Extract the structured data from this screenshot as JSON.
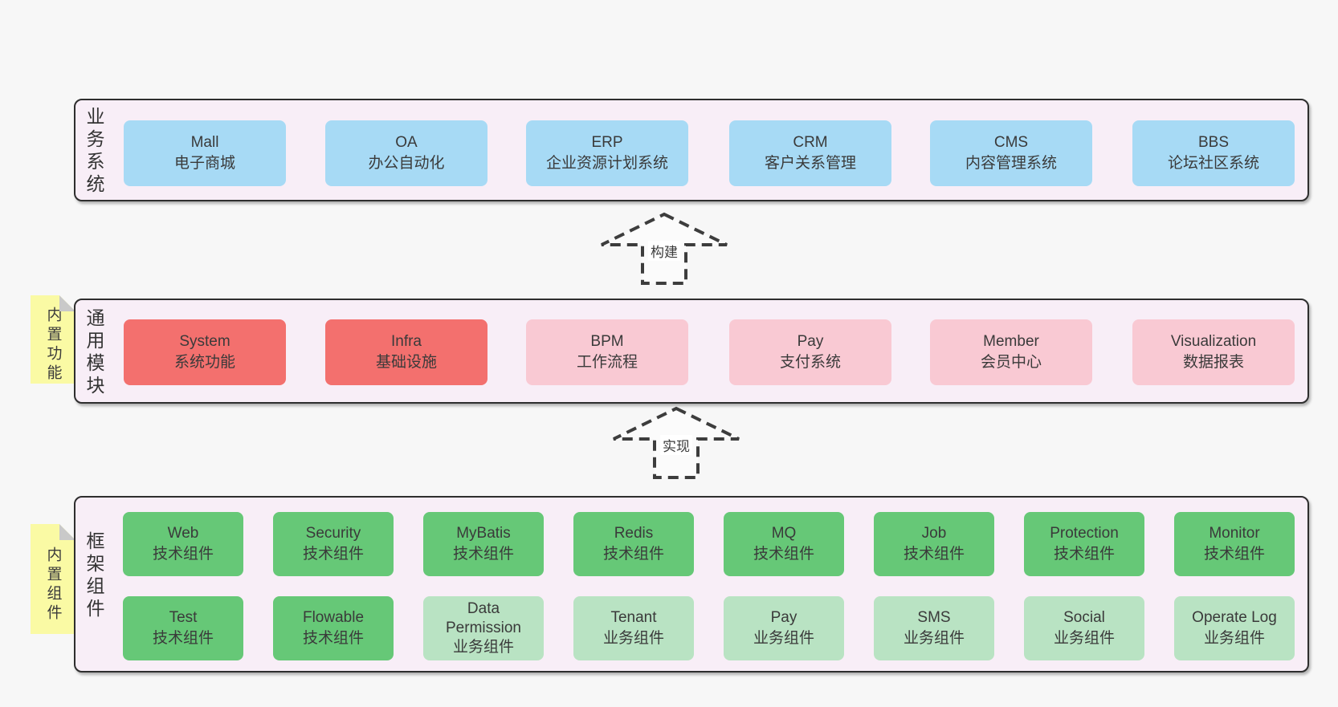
{
  "palette": {
    "page_background": "#f7f7f7",
    "band_background": "#f8eef7",
    "band_border": "#2e2e2e",
    "blue_box": "#a7daf5",
    "red_box": "#f3706e",
    "pink_box": "#f9c9d3",
    "green_box": "#66c877",
    "light_green_box": "#b9e3c3",
    "sticky_note": "#fafaa4",
    "text": "#3d3d3d"
  },
  "arrows": [
    {
      "label": "构建"
    },
    {
      "label": "实现"
    }
  ],
  "bands": [
    {
      "side_label": "业务系统",
      "boxes": [
        {
          "title": "Mall",
          "subtitle": "电子商城"
        },
        {
          "title": "OA",
          "subtitle": "办公自动化"
        },
        {
          "title": "ERP",
          "subtitle": "企业资源计划系统"
        },
        {
          "title": "CRM",
          "subtitle": "客户关系管理"
        },
        {
          "title": "CMS",
          "subtitle": "内容管理系统"
        },
        {
          "title": "BBS",
          "subtitle": "论坛社区系统"
        }
      ]
    },
    {
      "tab_label": "内置功能",
      "side_label": "通用模块",
      "boxes": [
        {
          "title": "System",
          "subtitle": "系统功能"
        },
        {
          "title": "Infra",
          "subtitle": "基础设施"
        },
        {
          "title": "BPM",
          "subtitle": "工作流程"
        },
        {
          "title": "Pay",
          "subtitle": "支付系统"
        },
        {
          "title": "Member",
          "subtitle": "会员中心"
        },
        {
          "title": "Visualization",
          "subtitle": "数据报表"
        }
      ]
    },
    {
      "tab_label": "内置组件",
      "side_label": "框架组件",
      "row1": [
        {
          "title": "Web",
          "subtitle": "技术组件"
        },
        {
          "title": "Security",
          "subtitle": "技术组件"
        },
        {
          "title": "MyBatis",
          "subtitle": "技术组件"
        },
        {
          "title": "Redis",
          "subtitle": "技术组件"
        },
        {
          "title": "MQ",
          "subtitle": "技术组件"
        },
        {
          "title": "Job",
          "subtitle": "技术组件"
        },
        {
          "title": "Protection",
          "subtitle": "技术组件"
        },
        {
          "title": "Monitor",
          "subtitle": "技术组件"
        }
      ],
      "row2": [
        {
          "title": "Test",
          "subtitle": "技术组件"
        },
        {
          "title": "Flowable",
          "subtitle": "技术组件"
        },
        {
          "title": "Data Permission",
          "subtitle": "业务组件"
        },
        {
          "title": "Tenant",
          "subtitle": "业务组件"
        },
        {
          "title": "Pay",
          "subtitle": "业务组件"
        },
        {
          "title": "SMS",
          "subtitle": "业务组件"
        },
        {
          "title": "Social",
          "subtitle": "业务组件"
        },
        {
          "title": "Operate Log",
          "subtitle": "业务组件"
        }
      ]
    }
  ]
}
